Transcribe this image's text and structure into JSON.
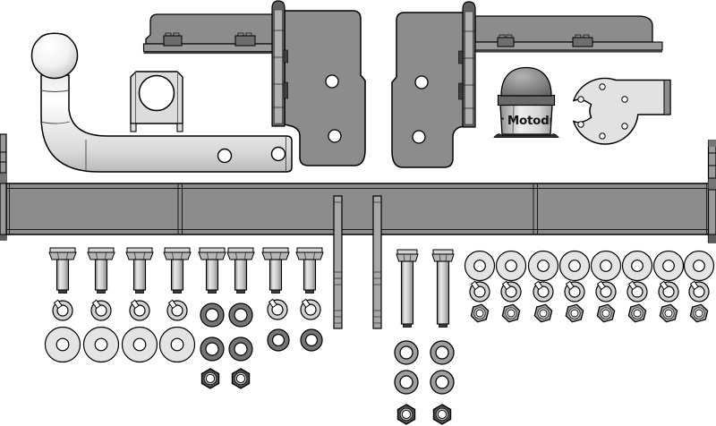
{
  "diagram": {
    "type": "technical-parts-illustration",
    "subject": "towbar fitting kit exploded parts view",
    "background": "#ffffff"
  },
  "colors": {
    "background": "#ffffff",
    "outline": "#000000",
    "steel_mid": "#8c8c8c",
    "steel_dark": "#606060",
    "steel_light": "#e2e2e2",
    "fastener_dark": "#4d4d4d"
  },
  "ball_cover": {
    "text": "r Motodr"
  },
  "parts": [
    {
      "name": "towball-swan-neck-arm",
      "quantity": 1
    },
    {
      "name": "u-clamp-plate",
      "quantity": 1
    },
    {
      "name": "side-mounting-bracket-left",
      "quantity": 1
    },
    {
      "name": "side-mounting-bracket-right",
      "quantity": 1
    },
    {
      "name": "towball-cover-cap",
      "quantity": 1
    },
    {
      "name": "electrical-socket-plate",
      "quantity": 1
    },
    {
      "name": "crossmember-beam",
      "quantity": 1
    },
    {
      "name": "hex-bolt-short",
      "quantity": 8
    },
    {
      "name": "hex-bolt-long",
      "quantity": 2
    },
    {
      "name": "threaded-stud",
      "quantity": 2
    },
    {
      "name": "spring-washer",
      "quantity": 14
    },
    {
      "name": "flat-washer-large",
      "quantity": 4
    },
    {
      "name": "flat-washer-thick",
      "quantity": 6
    },
    {
      "name": "flat-washer-medium",
      "quantity": 4
    },
    {
      "name": "flat-washer",
      "quantity": 8
    },
    {
      "name": "hex-nut",
      "quantity": 4
    },
    {
      "name": "flange-nut",
      "quantity": 8
    }
  ]
}
